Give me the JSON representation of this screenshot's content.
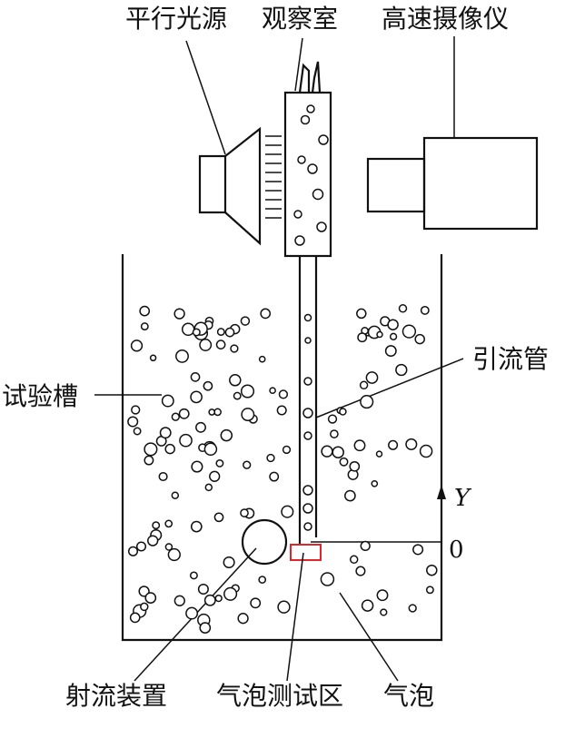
{
  "labels": {
    "light_source": "平行光源",
    "observation_chamber": "观察室",
    "high_speed_camera": "高速摄像仪",
    "test_tank": "试验槽",
    "draft_tube": "引流管",
    "jet_device": "射流装置",
    "bubble_test_zone": "气泡测试区",
    "bubble": "气泡",
    "y_axis": "Y",
    "origin": "0"
  },
  "colors": {
    "line": "#111111",
    "test_zone": "#e0262b",
    "background": "#ffffff"
  }
}
